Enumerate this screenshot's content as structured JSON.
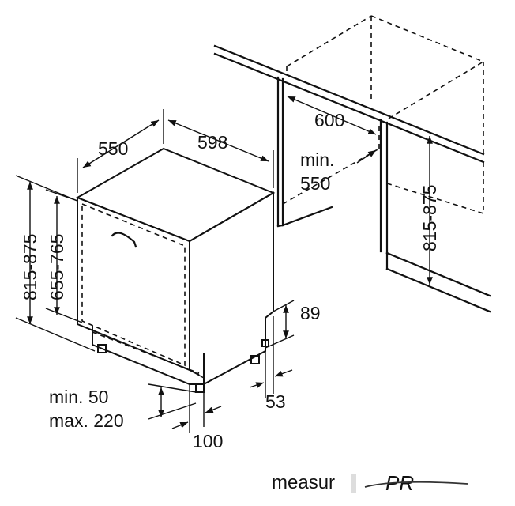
{
  "dimensions": {
    "depth": "550",
    "width": "598",
    "niche_width": "600",
    "niche_depth_min": "min.",
    "niche_depth_val": "550",
    "height_total_left": "815-875",
    "height_door": "655-765",
    "height_niche_right": "815-875",
    "plinth_height": "89",
    "plinth_depth": "53",
    "foot_min": "min. 50",
    "foot_max": "max. 220",
    "foot_offset": "100"
  },
  "watermark": {
    "text": "measur",
    "logo": "PR"
  }
}
